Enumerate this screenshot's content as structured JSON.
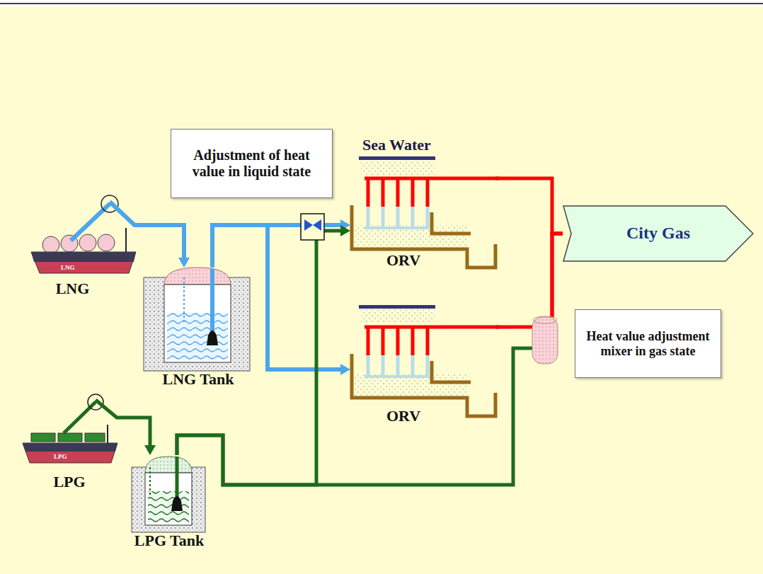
{
  "diagram": {
    "nodes": [
      {
        "text": [
          "LNG"
        ]
      },
      {
        "text": [
          "LNG Tank"
        ]
      },
      {
        "text": [
          "LPG"
        ]
      },
      {
        "text": [
          "LPG Tank"
        ]
      },
      {
        "text": [
          "Adjustment of heat value in liquid state"
        ]
      },
      {
        "text": [
          "ORV"
        ]
      },
      {
        "text": [
          "ORV"
        ]
      },
      {
        "text": [
          "City Gas"
        ]
      },
      {
        "text": [
          "Heat value adjustment mixer in gas state"
        ]
      }
    ],
    "edges": [
      {
        "from": 0,
        "to": 1,
        "arrow": "to"
      },
      {
        "from": 1,
        "to": 5,
        "arrow": "to"
      },
      {
        "from": 1,
        "to": 6,
        "arrow": "to"
      },
      {
        "from": 2,
        "to": 3,
        "arrow": "to"
      },
      {
        "from": 3,
        "to": 5,
        "arrow": "to"
      },
      {
        "from": 3,
        "to": 7,
        "arrow": "none"
      },
      {
        "from": 5,
        "to": 7,
        "arrow": "none"
      },
      {
        "from": 6,
        "to": 7,
        "arrow": "none"
      }
    ],
    "labels": [
      "Sea Water",
      "LNG",
      "LPG"
    ]
  }
}
